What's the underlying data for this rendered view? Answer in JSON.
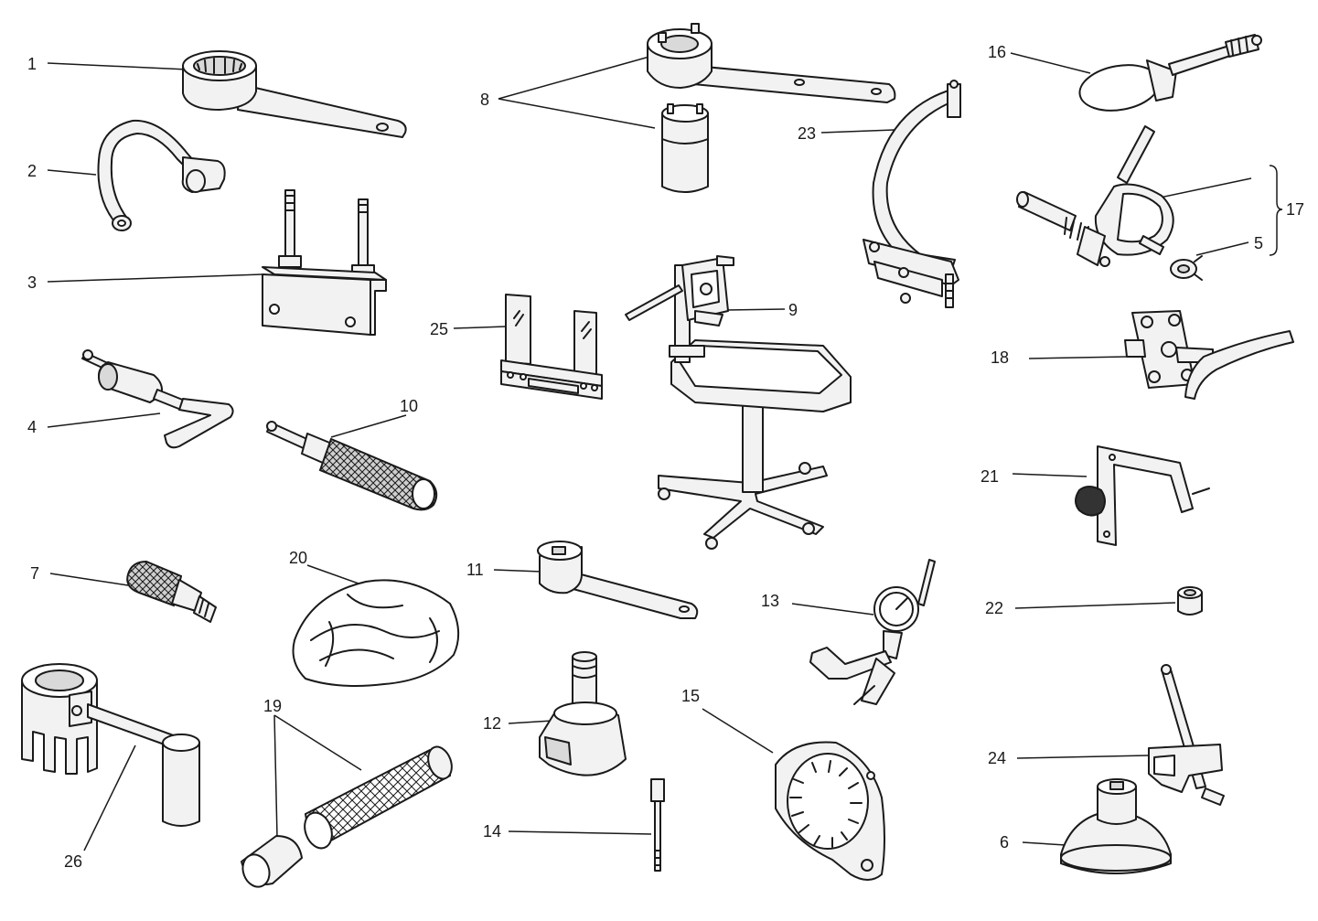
{
  "diagram": {
    "labels": {
      "l1": "1",
      "l2": "2",
      "l3": "3",
      "l4": "4",
      "l5": "5",
      "l6": "6",
      "l7": "7",
      "l8": "8",
      "l9": "9",
      "l10": "10",
      "l11": "11",
      "l12": "12",
      "l13": "13",
      "l14": "14",
      "l15": "15",
      "l16": "16",
      "l17": "17",
      "l18": "18",
      "l19": "19",
      "l20": "20",
      "l21": "21",
      "l22": "22",
      "l23": "23",
      "l24": "24",
      "l25": "25",
      "l26": "26"
    }
  }
}
